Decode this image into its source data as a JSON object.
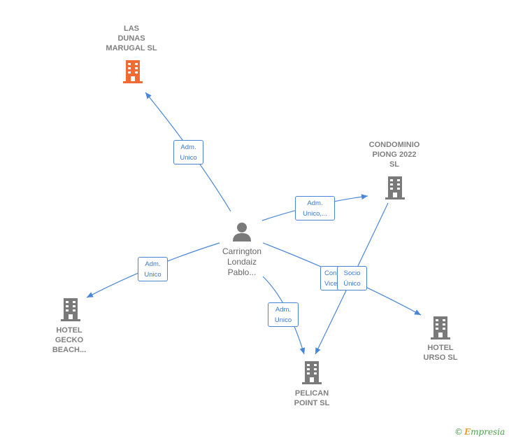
{
  "colors": {
    "edge": "#4a86d8",
    "building": "#7a7a7a",
    "highlight": "#f26b35",
    "person": "#7a7a7a"
  },
  "nodes": {
    "las_dunas": {
      "label": [
        "LAS",
        "DUNAS",
        "MARUGAL SL"
      ],
      "icon": "building-icon"
    },
    "condominio": {
      "label": [
        "CONDOMINIO",
        "PIONG 2022",
        "SL"
      ],
      "icon": "building-icon"
    },
    "person": {
      "label": [
        "Carrington",
        "Londaiz",
        "Pablo..."
      ],
      "icon": "person-icon"
    },
    "hotel_gecko": {
      "label": [
        "HOTEL",
        "GECKO",
        "BEACH..."
      ],
      "icon": "building-icon"
    },
    "hotel_urso": {
      "label": [
        "HOTEL",
        "URSO SL"
      ],
      "icon": "building-icon"
    },
    "pelican": {
      "label": [
        "PELICAN",
        "POINT SL"
      ],
      "icon": "building-icon"
    }
  },
  "edges": {
    "to_las_dunas": [
      "Adm.",
      "Unico"
    ],
    "to_condominio": [
      "Adm.",
      "Unico,..."
    ],
    "to_hotel_gecko": [
      "Adm.",
      "Unico"
    ],
    "to_pelican": [
      "Adm.",
      "Unico"
    ],
    "to_hotel_urso": [
      "Con",
      "Vice"
    ],
    "condominio_to_pelican": [
      "Socio",
      "Único"
    ]
  },
  "brand": {
    "symbol": "©",
    "first": "E",
    "rest": "mpresia"
  }
}
